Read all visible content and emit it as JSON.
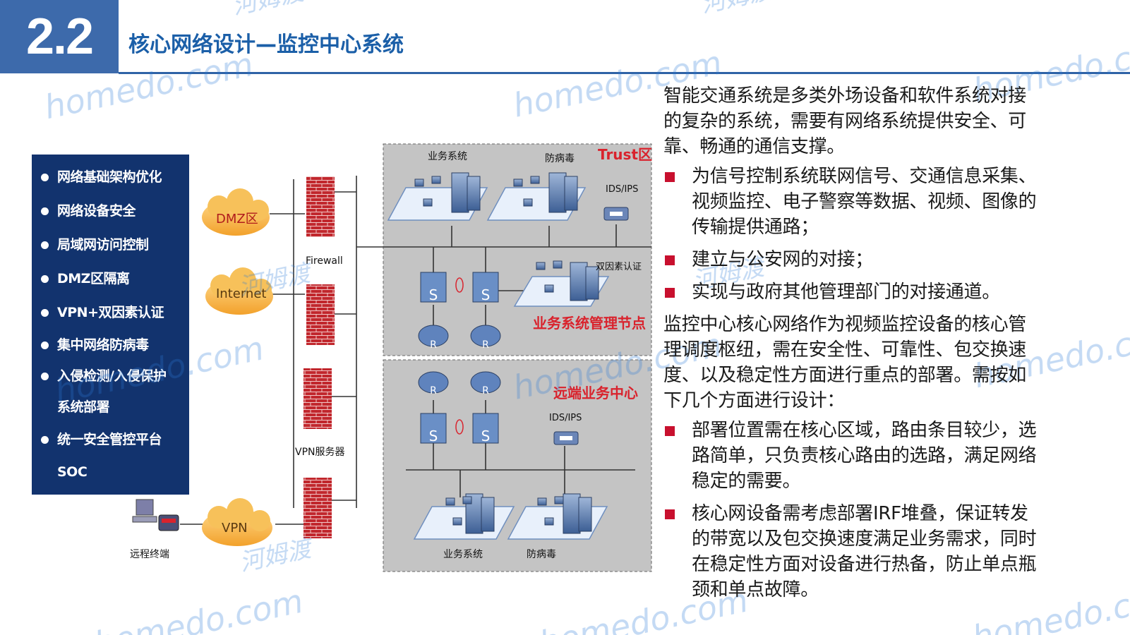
{
  "header": {
    "section_number": "2.2",
    "title": "核心网络设计—监控中心系统"
  },
  "features": [
    "网络基础架构优化",
    "网络设备安全",
    "局域网访问控制",
    "DMZ区隔离",
    "VPN+双因素认证",
    "集中网络防病毒",
    "入侵检测/入侵保护",
    "系统部署",
    "统一安全管控平台",
    "SOC"
  ],
  "diagram": {
    "dmz": "DMZ区",
    "internet": "Internet",
    "vpn": "VPN",
    "firewall": "Firewall",
    "vpn_server": "VPN服务器",
    "remote_terminal": "远程终端",
    "trust_zone": "Trust区",
    "business_system": "业务系统",
    "antivirus": "防病毒",
    "ids_ips": "IDS/IPS",
    "two_factor": "双因素认证",
    "mgmt_node": "业务系统管理节点",
    "remote_center": "远端业务中心",
    "switch_label": "S",
    "router_label": "R"
  },
  "right_text": {
    "intro": [
      "智能交通系统是多类外场设备和软件系统对接",
      "的复杂的系统，需要有网络系统提供安全、可",
      "靠、畅通的通信支撑。"
    ],
    "bullets1": [
      [
        "为信号控制系统联网信号、交通信息采集、",
        "视频监控、电子警察等数据、视频、图像的",
        "传输提供通路；"
      ],
      [
        "建立与公安网的对接；"
      ],
      [
        "实现与政府其他管理部门的对接通道。"
      ]
    ],
    "para2": [
      "监控中心核心网络作为视频监控设备的核心管",
      "理调度枢纽，需在安全性、可靠性、包交换速",
      "度、以及稳定性方面进行重点的部署。需按如",
      "下几个方面进行设计："
    ],
    "bullets2": [
      [
        "部署位置需在核心区域，路由条目较少，选",
        "路简单，只负责核心路由的选路，满足网络",
        "稳定的需要。"
      ],
      [
        "核心网设备需考虑部署IRF堆叠，保证转发",
        "的带宽以及包交换速度满足业务需求，同时",
        "在稳定性方面对设备进行热备，防止单点瓶",
        "颈和单点故障。"
      ]
    ]
  },
  "watermark": {
    "brand": "homedo.com",
    "cn": "河姆渡"
  },
  "colors": {
    "header_blue": "#3d6aab",
    "title_blue": "#1b5fa8",
    "navy_box": "#12336e",
    "bullet_red": "#c8102e",
    "zone_grey": "#bdbdbd",
    "cloud_orange": "#f6b33d"
  }
}
